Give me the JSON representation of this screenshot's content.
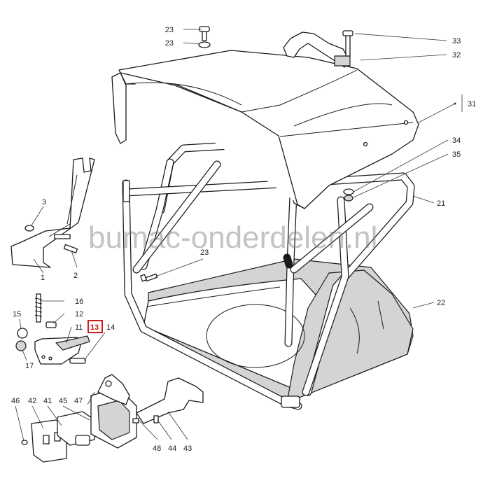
{
  "watermark": "bumac-onderdelen.nl",
  "highlight_color": "#d11a1a",
  "callouts": [
    {
      "id": "c33",
      "text": "33"
    },
    {
      "id": "c32",
      "text": "32"
    },
    {
      "id": "c31",
      "text": "31"
    },
    {
      "id": "c34",
      "text": "34"
    },
    {
      "id": "c35",
      "text": "35"
    },
    {
      "id": "c21",
      "text": "21"
    },
    {
      "id": "c22",
      "text": "22"
    },
    {
      "id": "c23a",
      "text": "23"
    },
    {
      "id": "c23b",
      "text": "23"
    },
    {
      "id": "c23c",
      "text": "23"
    },
    {
      "id": "c3",
      "text": "3"
    },
    {
      "id": "c1",
      "text": "1"
    },
    {
      "id": "c2",
      "text": "2"
    },
    {
      "id": "c16",
      "text": "16"
    },
    {
      "id": "c12",
      "text": "12"
    },
    {
      "id": "c15",
      "text": "15"
    },
    {
      "id": "c11",
      "text": "11"
    },
    {
      "id": "c13",
      "text": "13",
      "highlighted": true
    },
    {
      "id": "c14",
      "text": "14"
    },
    {
      "id": "c17",
      "text": "17"
    },
    {
      "id": "c46",
      "text": "46"
    },
    {
      "id": "c42",
      "text": "42"
    },
    {
      "id": "c41",
      "text": "41"
    },
    {
      "id": "c45",
      "text": "45"
    },
    {
      "id": "c47",
      "text": "47"
    },
    {
      "id": "c48",
      "text": "48"
    },
    {
      "id": "c44",
      "text": "44"
    },
    {
      "id": "c43",
      "text": "43"
    }
  ]
}
